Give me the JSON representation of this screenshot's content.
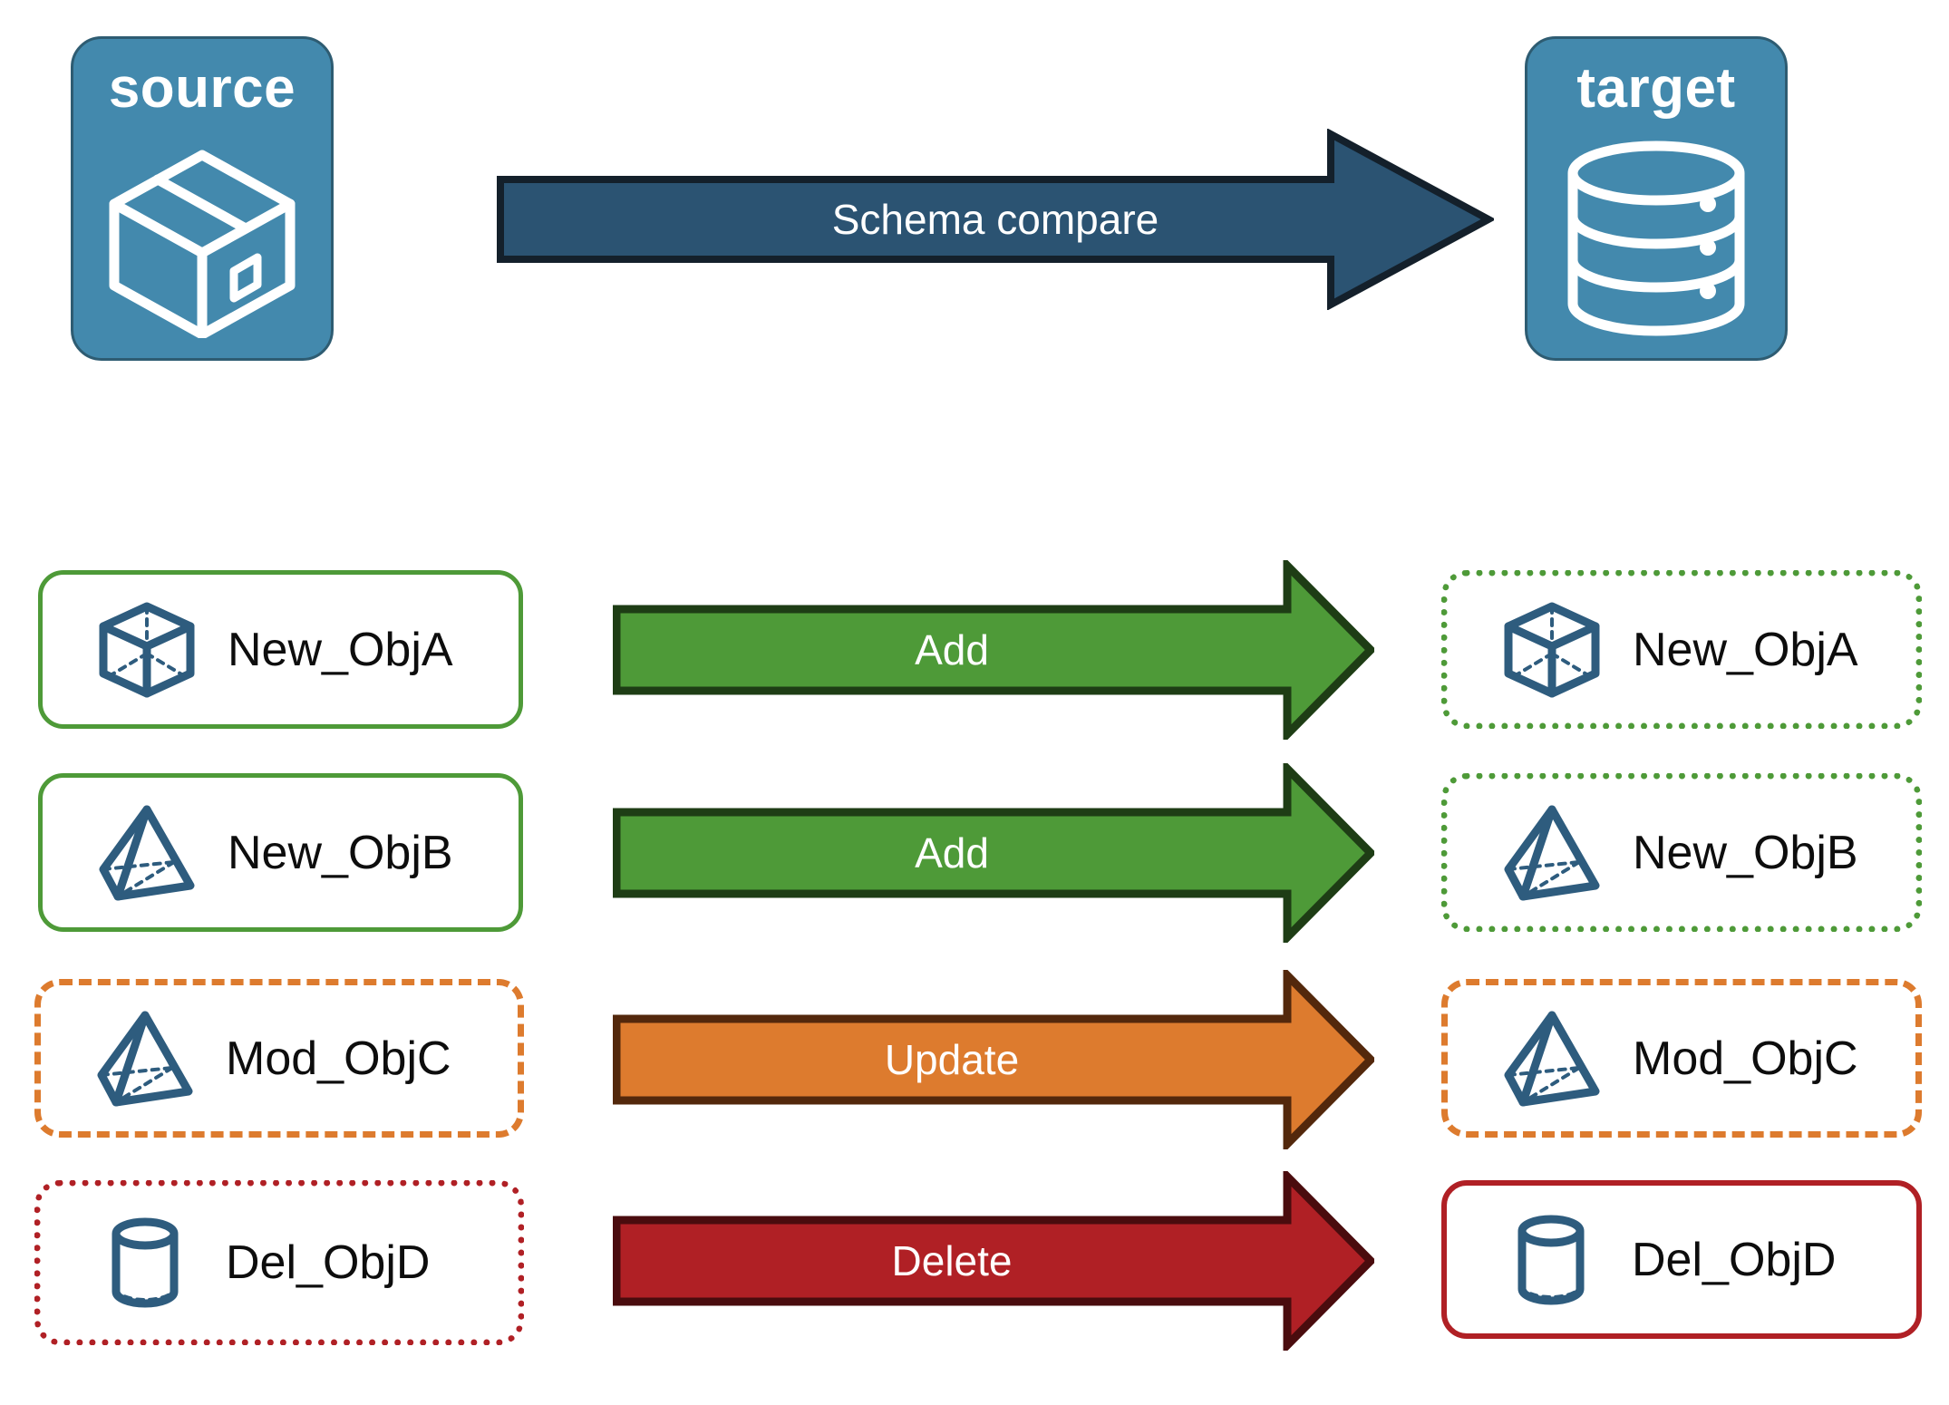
{
  "endpoints": {
    "source": {
      "title": "source",
      "icon": "package-box-icon",
      "fill": "#4389AD",
      "stroke": "#2E5C72"
    },
    "target": {
      "title": "target",
      "icon": "database-cylinder-icon",
      "fill": "#4389AD",
      "stroke": "#2E5C72"
    }
  },
  "compare": {
    "label": "Schema compare",
    "fill": "#2B5372",
    "stroke": "#14202B",
    "icon": "right-arrow-icon"
  },
  "legend_colors": {
    "add": "#4E9A38",
    "add_stroke": "#1E3D15",
    "update": "#DD7B2E",
    "update_stroke": "#53280C",
    "delete": "#B02025",
    "delete_stroke": "#4A0C0E",
    "object_icon": "#2E5C7E",
    "teal": "#4389AD",
    "teal_stroke": "#2E5C72"
  },
  "rows": [
    {
      "source": {
        "name": "New_ObjA",
        "icon": "wireframe-cube-icon",
        "border_style": "solid",
        "border_color": "#4E9A38"
      },
      "action": {
        "label": "Add",
        "fill": "#4E9A38",
        "stroke": "#1E3D15",
        "icon": "right-arrow-icon"
      },
      "target": {
        "name": "New_ObjA",
        "icon": "wireframe-cube-icon",
        "border_style": "dotted",
        "border_color": "#4E9A38"
      }
    },
    {
      "source": {
        "name": "New_ObjB",
        "icon": "wireframe-pyramid-icon",
        "border_style": "solid",
        "border_color": "#4E9A38"
      },
      "action": {
        "label": "Add",
        "fill": "#4E9A38",
        "stroke": "#1E3D15",
        "icon": "right-arrow-icon"
      },
      "target": {
        "name": "New_ObjB",
        "icon": "wireframe-pyramid-icon",
        "border_style": "dotted",
        "border_color": "#4E9A38"
      }
    },
    {
      "source": {
        "name": "Mod_ObjC",
        "icon": "wireframe-pyramid-icon",
        "border_style": "dashed",
        "border_color": "#DD7B2E"
      },
      "action": {
        "label": "Update",
        "fill": "#DD7B2E",
        "stroke": "#53280C",
        "icon": "right-arrow-icon"
      },
      "target": {
        "name": "Mod_ObjC",
        "icon": "wireframe-pyramid-icon",
        "border_style": "dashed",
        "border_color": "#DD7B2E"
      }
    },
    {
      "source": {
        "name": "Del_ObjD",
        "icon": "wireframe-cylinder-icon",
        "border_style": "dotted",
        "border_color": "#B02025"
      },
      "action": {
        "label": "Delete",
        "fill": "#B02025",
        "stroke": "#4A0C0E",
        "icon": "right-arrow-icon"
      },
      "target": {
        "name": "Del_ObjD",
        "icon": "wireframe-cylinder-icon",
        "border_style": "solid",
        "border_color": "#B02025"
      }
    }
  ]
}
